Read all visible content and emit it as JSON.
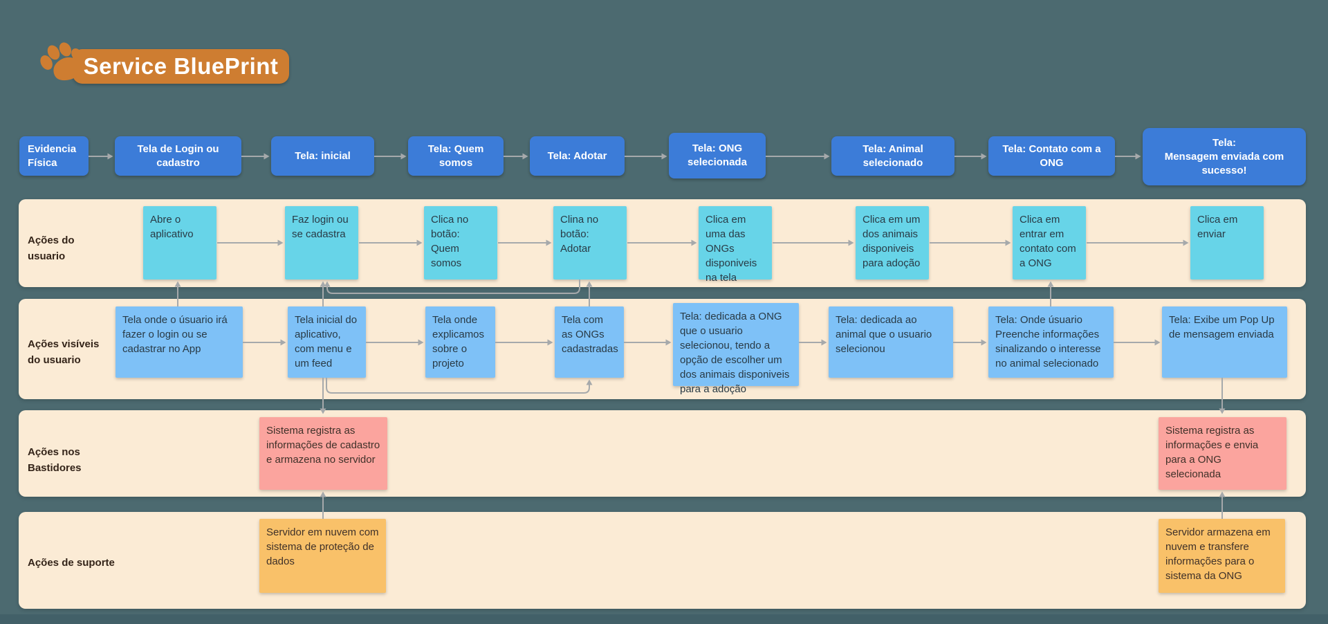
{
  "logo": {
    "text": "Service BluePrint",
    "icon": "paw-icon"
  },
  "header": {
    "evidence": "Evidencia Física",
    "screens": [
      "Tela de Login ou cadastro",
      "Tela: inicial",
      "Tela: Quem somos",
      "Tela: Adotar",
      "Tela: ONG selecionada",
      "Tela: Animal selecionado",
      "Tela: Contato com a ONG",
      "Tela:\nMensagem enviada com sucesso!"
    ]
  },
  "lanes": {
    "user": {
      "label": "Ações do usuario",
      "notes": [
        "Abre o aplicativo",
        "Faz login ou se cadastra",
        "Clica no botão: Quem somos",
        "Clina no botão: Adotar",
        "Clica em uma das ONGs disponiveis na tela",
        "Clica em um dos animais disponiveis para adoção",
        "Clica em entrar em contato com a ONG",
        "Clica em enviar"
      ]
    },
    "visible": {
      "label": "Ações visíveis do usuario",
      "notes": [
        "Tela onde o úsuario irá fazer o login ou se cadastrar no App",
        "Tela inicial do aplicativo, com menu e um feed",
        "Tela onde explicamos sobre o projeto",
        "Tela com as ONGs cadastradas",
        "Tela: dedicada a ONG que o usuario selecionou, tendo a opção de escolher um dos animais disponiveis para a adoção",
        "Tela: dedicada ao animal que o usuario selecionou",
        "Tela: Onde úsuario Preenche informações sinalizando o interesse no animal selecionado",
        "Tela: Exibe um Pop Up de mensagem enviada"
      ]
    },
    "backstage": {
      "label": "Ações nos Bastidores",
      "notes": [
        "Sistema registra as informações de cadastro e armazena no servidor",
        "Sistema registra as informações e envia para a ONG selecionada"
      ]
    },
    "support": {
      "label": "Ações de suporte",
      "notes": [
        "Servidor em nuvem com sistema de proteção de dados",
        "Servidor armazena em nuvem e transfere informações para o sistema da ONG"
      ]
    }
  },
  "colors": {
    "background": "#4C6A70",
    "lane_band": "#FBEBD5",
    "evidence_box": "#3C7CD8",
    "user_note": "#67D4E8",
    "visible_note": "#7EC1F7",
    "backstage_note": "#FBA49E",
    "support_note": "#F9C169",
    "logo_badge": "#CE7D31",
    "connector": "#A6A9AB"
  }
}
